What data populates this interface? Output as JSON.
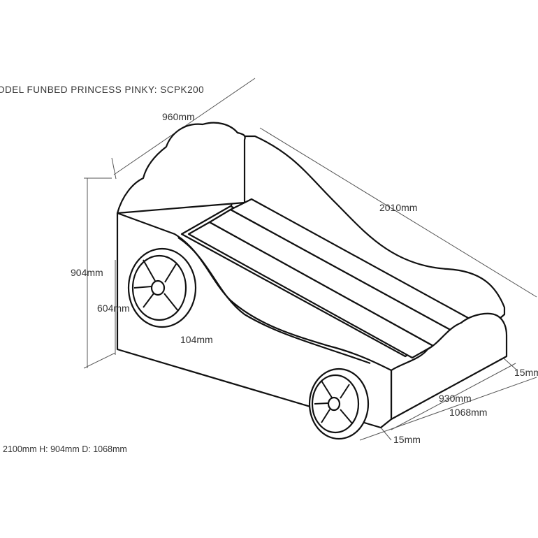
{
  "title": "ODEL FUNBED PRINCESS PINKY: SCPK200",
  "summary": "2100mm H: 904mm D: 1068mm",
  "dimensions": {
    "width_top": "960mm",
    "length": "2010mm",
    "height_total": "904mm",
    "height_side": "604mm",
    "wheel_offset": "104mm",
    "inner_depth": "930mm",
    "outer_depth": "1068mm",
    "thickness_right": "15mm",
    "thickness_left": "15mm"
  }
}
